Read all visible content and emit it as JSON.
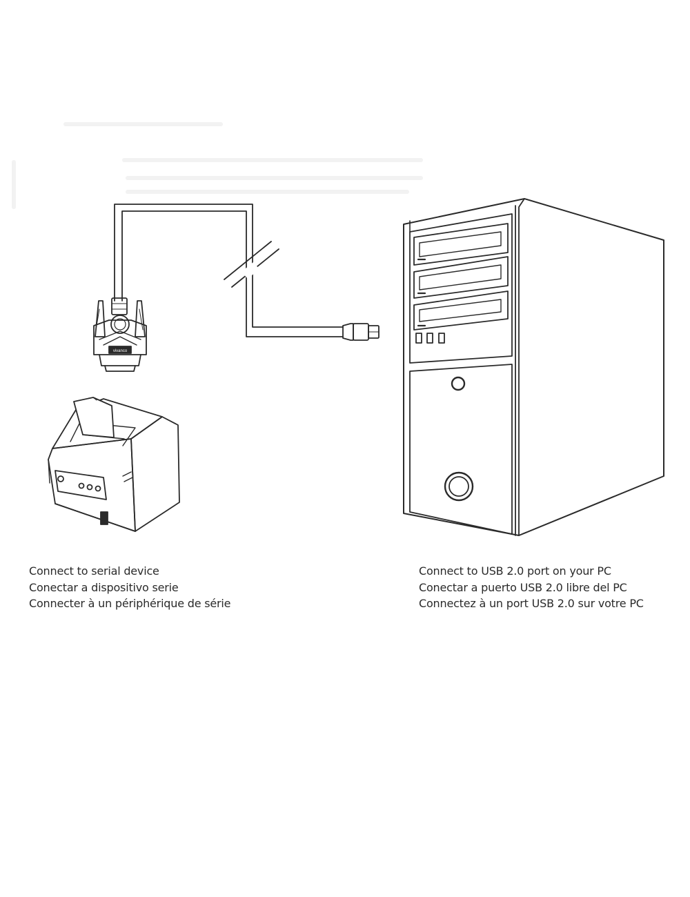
{
  "adapter": {
    "brand": "vivanco"
  },
  "captions": {
    "serial": [
      "Connect to serial device",
      "Conectar a dispositivo serie",
      "Connecter à un périphérique de série"
    ],
    "usb": [
      "Connect to USB 2.0 port on your PC",
      "Conectar a puerto USB 2.0 libre del PC",
      "Connectez à un port USB 2.0 sur votre PC"
    ]
  },
  "colors": {
    "line": "#2a2a2a",
    "faint": "#f4f4f4",
    "background": "#ffffff"
  }
}
